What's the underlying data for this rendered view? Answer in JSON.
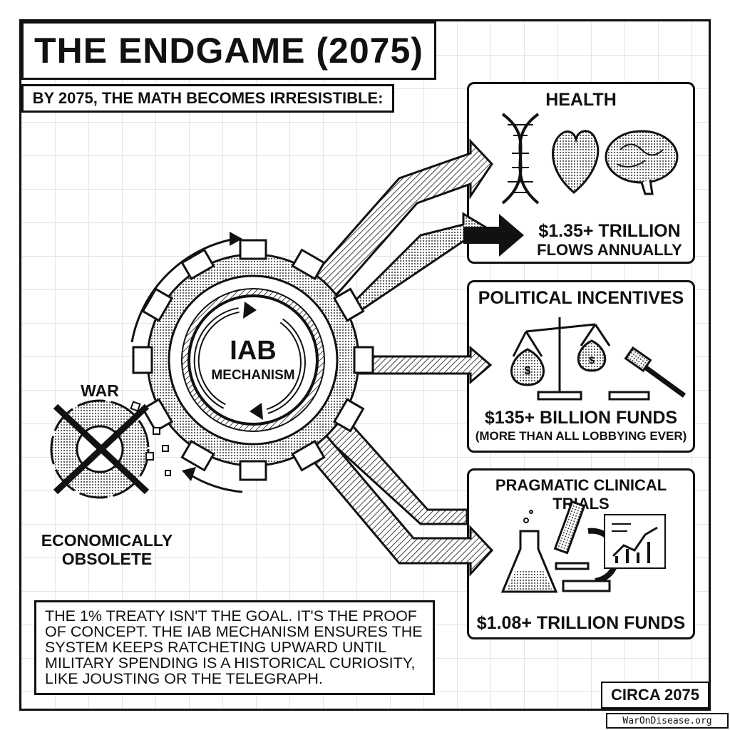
{
  "title": "THE ENDGAME (2075)",
  "subtitle": "BY 2075, THE MATH BECOMES IRRESISTIBLE:",
  "center": {
    "line1": "IAB",
    "line2": "MECHANISM"
  },
  "war": {
    "label": "WAR",
    "status_line1": "ECONOMICALLY",
    "status_line2": "OBSOLETE"
  },
  "panels": [
    {
      "title": "HEALTH",
      "line1": "$1.35+ TRILLION",
      "line2": "FLOWS ANNUALLY",
      "icons": [
        "dna-icon",
        "heart-icon",
        "brain-icon"
      ]
    },
    {
      "title": "POLITICAL INCENTIVES",
      "line1": "$135+ BILLION FUNDS",
      "line2": "(MORE THAN ALL LOBBYING EVER)",
      "icons": [
        "scales-icon",
        "money-bag-icon",
        "gavel-icon"
      ]
    },
    {
      "title": "PRAGMATIC CLINICAL TRIALS",
      "line1": "$1.08+ TRILLION FUNDS",
      "icons": [
        "flask-icon",
        "microscope-icon",
        "chart-icon"
      ]
    }
  ],
  "quote": "THE 1% TREATY ISN'T THE GOAL. IT'S THE PROOF OF CONCEPT. THE IAB MECHANISM ENSURES THE SYSTEM KEEPS RATCHETING UPWARD UNTIL MILITARY SPENDING IS A HISTORICAL CURIOSITY, LIKE JOUSTING OR THE TELEGRAPH.",
  "circa": "CIRCA 2075",
  "site": "WarOnDisease.org"
}
